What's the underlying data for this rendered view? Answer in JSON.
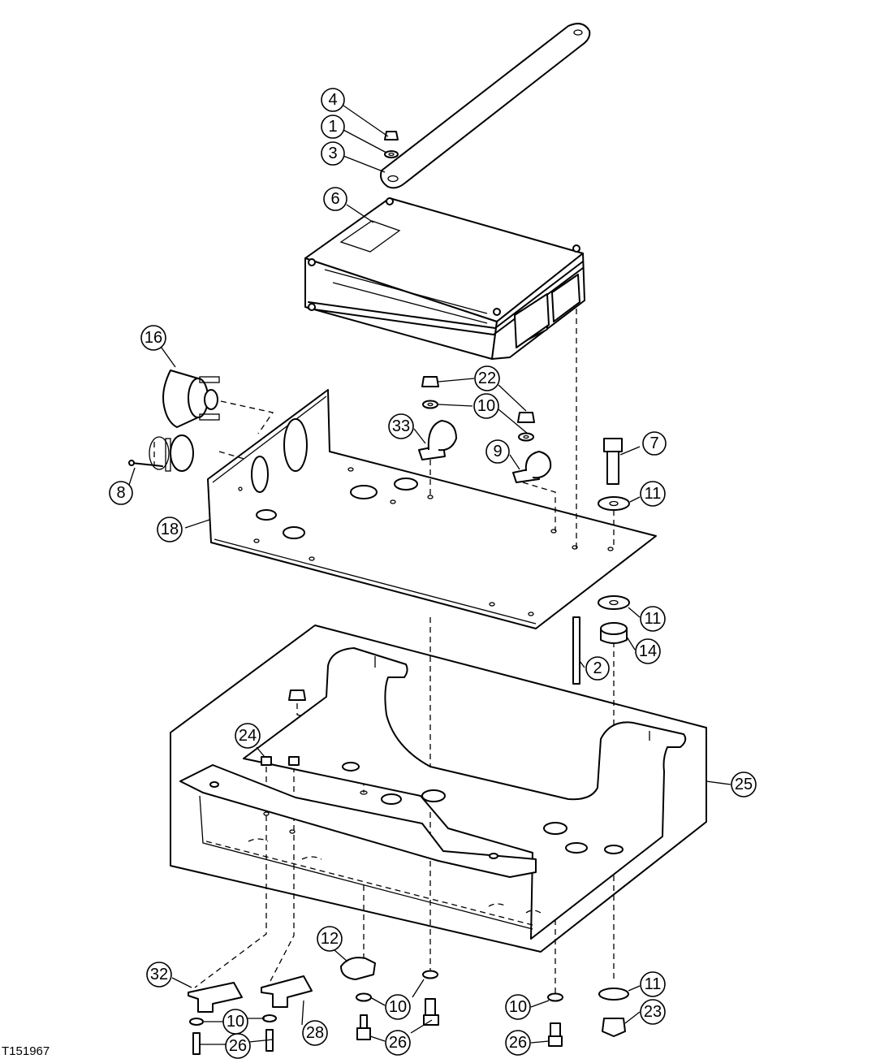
{
  "figure_id": "T151967",
  "callouts": {
    "c1": "1",
    "c2": "2",
    "c3": "3",
    "c4": "4",
    "c6": "6",
    "c7": "7",
    "c8": "8",
    "c9": "9",
    "c10": "10",
    "c11": "11",
    "c12": "12",
    "c14": "14",
    "c16": "16",
    "c18": "18",
    "c22": "22",
    "c23": "23",
    "c24": "24",
    "c25": "25",
    "c26": "26",
    "c28": "28",
    "c32": "32",
    "c33": "33"
  }
}
